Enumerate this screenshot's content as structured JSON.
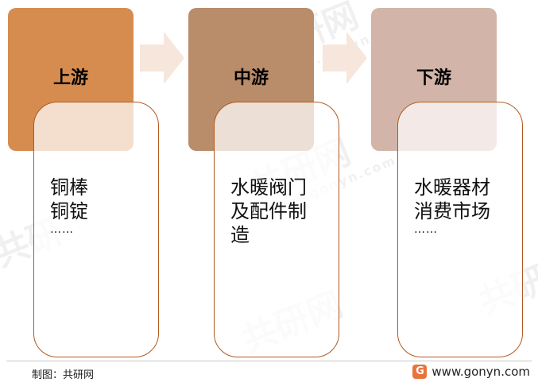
{
  "stages": [
    {
      "label": "上游",
      "box_color": "#D78C4F",
      "items": [
        "铜棒",
        "铜锭",
        "……"
      ]
    },
    {
      "label": "中游",
      "box_color": "#B98C6A",
      "items": [
        "水暖阀门",
        "及配件制",
        "造"
      ]
    },
    {
      "label": "下游",
      "box_color": "#D2B5A8",
      "items": [
        "水暖器材",
        "消费市场",
        "……"
      ]
    }
  ],
  "arrow_color": "#F7E6DC",
  "border_color": "#B35A1F",
  "footer": {
    "credit": "制图：共研网",
    "website": "www.gonyn.com",
    "logo_glyph": "G"
  }
}
